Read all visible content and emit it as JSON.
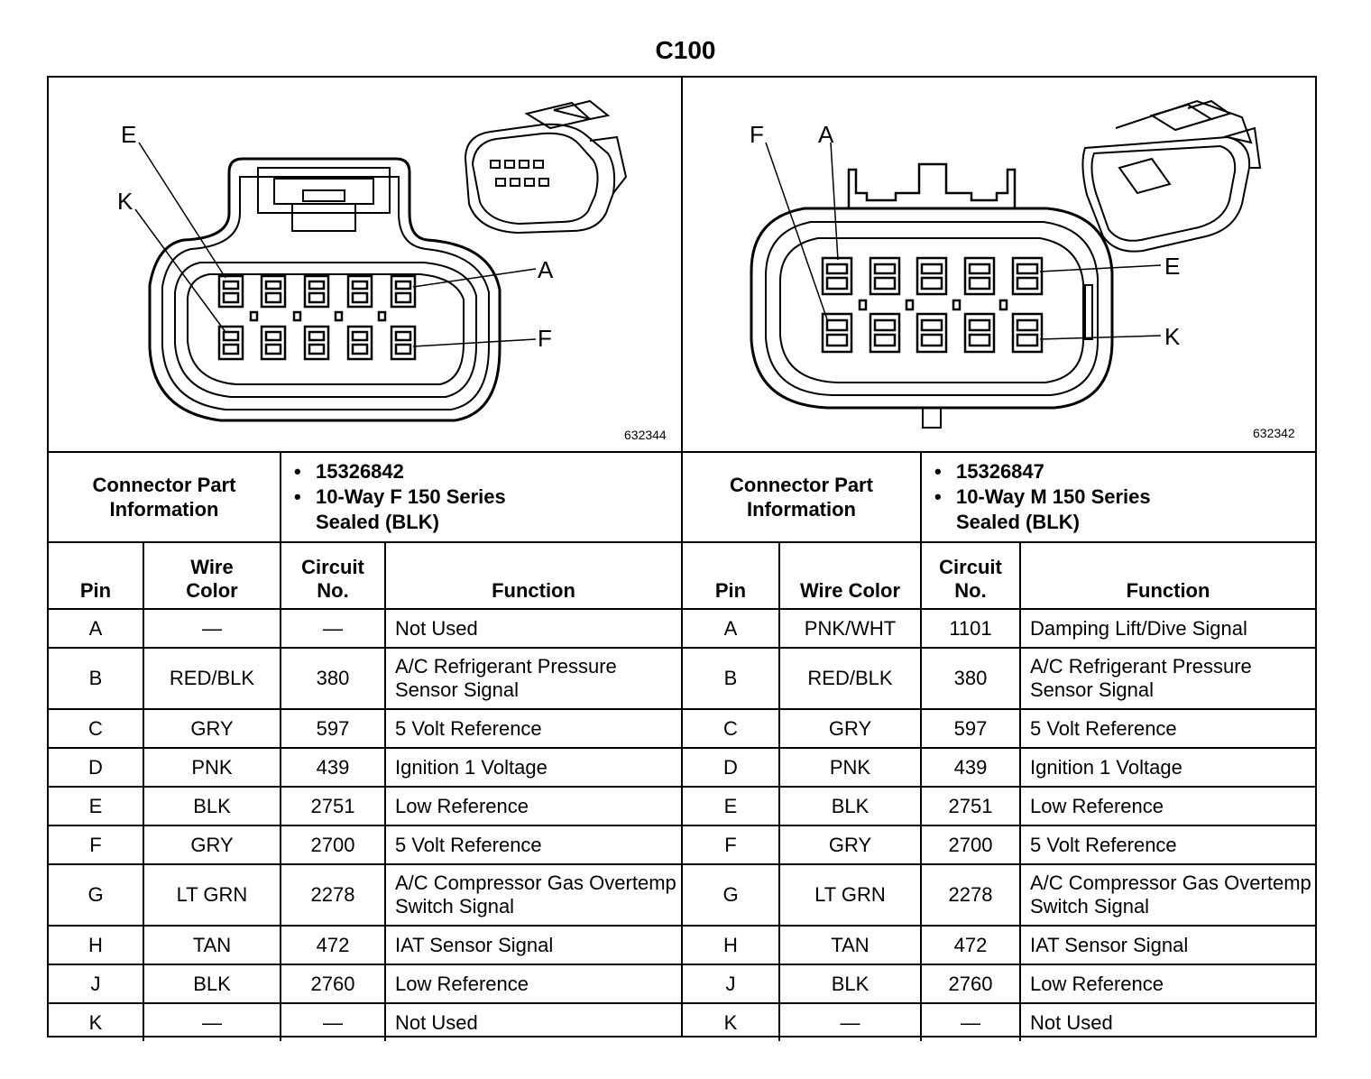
{
  "title": "C100",
  "left": {
    "figure_number": "632344",
    "callouts": [
      "E",
      "K",
      "A",
      "F"
    ],
    "info_label": "Connector Part Information",
    "info_lines": [
      "15326842",
      "10-Way F 150 Series",
      "Sealed (BLK)"
    ],
    "headers": [
      "Pin",
      "Wire Color",
      "Circuit No.",
      "Function"
    ],
    "rows": [
      {
        "pin": "A",
        "color": "—",
        "circuit": "—",
        "function": "Not Used"
      },
      {
        "pin": "B",
        "color": "RED/BLK",
        "circuit": "380",
        "function": "A/C Refrigerant Pressure Sensor Signal"
      },
      {
        "pin": "C",
        "color": "GRY",
        "circuit": "597",
        "function": "5 Volt Reference"
      },
      {
        "pin": "D",
        "color": "PNK",
        "circuit": "439",
        "function": "Ignition 1 Voltage"
      },
      {
        "pin": "E",
        "color": "BLK",
        "circuit": "2751",
        "function": "Low Reference"
      },
      {
        "pin": "F",
        "color": "GRY",
        "circuit": "2700",
        "function": "5 Volt Reference"
      },
      {
        "pin": "G",
        "color": "LT GRN",
        "circuit": "2278",
        "function": "A/C Compressor Gas Overtemp Switch Signal"
      },
      {
        "pin": "H",
        "color": "TAN",
        "circuit": "472",
        "function": "IAT Sensor Signal"
      },
      {
        "pin": "J",
        "color": "BLK",
        "circuit": "2760",
        "function": "Low Reference"
      },
      {
        "pin": "K",
        "color": "—",
        "circuit": "—",
        "function": "Not Used"
      }
    ]
  },
  "right": {
    "figure_number": "632342",
    "callouts": [
      "F",
      "A",
      "E",
      "K"
    ],
    "info_label": "Connector Part Information",
    "info_lines": [
      "15326847",
      "10-Way M 150 Series",
      "Sealed (BLK)"
    ],
    "headers": [
      "Pin",
      "Wire Color",
      "Circuit No.",
      "Function"
    ],
    "rows": [
      {
        "pin": "A",
        "color": "PNK/WHT",
        "circuit": "1101",
        "function": "Damping Lift/Dive Signal"
      },
      {
        "pin": "B",
        "color": "RED/BLK",
        "circuit": "380",
        "function": "A/C Refrigerant Pressure Sensor Signal"
      },
      {
        "pin": "C",
        "color": "GRY",
        "circuit": "597",
        "function": "5 Volt Reference"
      },
      {
        "pin": "D",
        "color": "PNK",
        "circuit": "439",
        "function": "Ignition 1 Voltage"
      },
      {
        "pin": "E",
        "color": "BLK",
        "circuit": "2751",
        "function": "Low Reference"
      },
      {
        "pin": "F",
        "color": "GRY",
        "circuit": "2700",
        "function": "5 Volt Reference"
      },
      {
        "pin": "G",
        "color": "LT GRN",
        "circuit": "2278",
        "function": "A/C Compressor Gas Overtemp Switch Signal"
      },
      {
        "pin": "H",
        "color": "TAN",
        "circuit": "472",
        "function": "IAT Sensor Signal"
      },
      {
        "pin": "J",
        "color": "BLK",
        "circuit": "2760",
        "function": "Low Reference"
      },
      {
        "pin": "K",
        "color": "—",
        "circuit": "—",
        "function": "Not Used"
      }
    ]
  }
}
